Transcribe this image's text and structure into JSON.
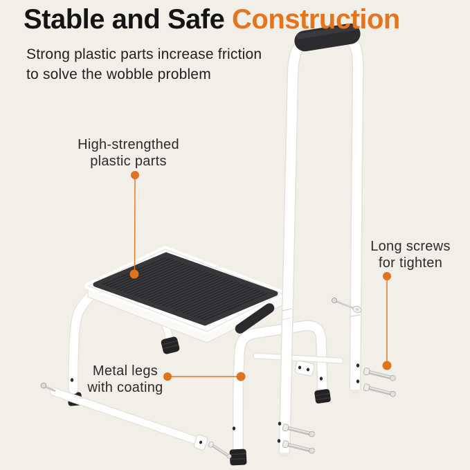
{
  "title": {
    "text_dark": "Stable and Safe",
    "text_accent": "Construction"
  },
  "subtitle": {
    "line1": "Strong plastic parts increase friction",
    "line2": "to solve the wobble problem"
  },
  "callouts": {
    "plastic": {
      "line1": "High-strengthed",
      "line2": "plastic parts"
    },
    "screws": {
      "line1": "Long screws",
      "line2": "for tighten"
    },
    "legs": {
      "line1": "Metal legs",
      "line2": "with coating"
    }
  },
  "colors": {
    "background": "#F2EFE9",
    "accent_orange": "#E4741E",
    "title_dark": "#141414",
    "label_text": "#2B2B2B",
    "tread_dark": "#3B3B3F",
    "tube_white": "#FFFFFF",
    "grip_black": "#2C2C2F"
  }
}
